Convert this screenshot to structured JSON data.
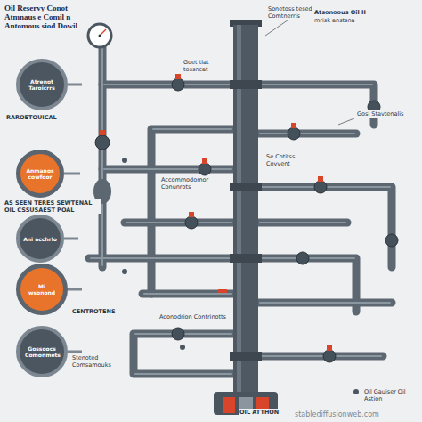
{
  "diagram": {
    "title": "Oil Reservy Conot Atmnaus e Comil n Antomous siod Dowil",
    "nodes": [
      {
        "text": [
          "Atrenot Taroicrrs"
        ]
      },
      {
        "text": [
          "Anmanos cowfoor"
        ]
      },
      {
        "text": [
          "Ani acchrlo"
        ]
      },
      {
        "text": [
          "Mi wsonond"
        ]
      },
      {
        "text": [
          "Gossoocs Comonmets"
        ]
      }
    ],
    "labels": [
      "Sonetoss tesed Comtnerris",
      "Atsonoous Oil II",
      "mrisk anstsna",
      "Goet tiat tossncat",
      "Gosl Stavtenalis",
      "RAROETOUICAL",
      "AS SEEN TERES SEWTENAL OIL CSSUSAEST POAL",
      "CENTROTENS",
      "Stenoted Comsamouks",
      "Accommodomor Conunrots",
      "Se Cotitss Covvent",
      "Aconodrion Contrinotts",
      "Oil Gauiser Oil Astion",
      "OIL ATTHON",
      "stablediffusionweb.com"
    ]
  }
}
